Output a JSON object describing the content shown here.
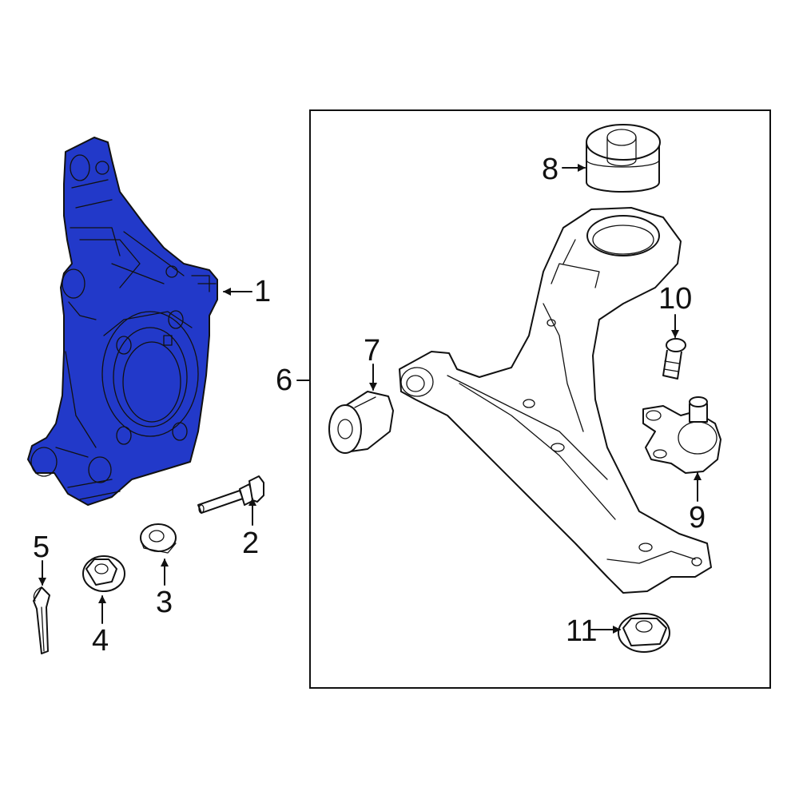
{
  "colors": {
    "highlight": "#2239c9",
    "line": "#111111",
    "background": "#ffffff"
  },
  "callouts": [
    {
      "number": "1"
    },
    {
      "number": "2"
    },
    {
      "number": "3"
    },
    {
      "number": "4"
    },
    {
      "number": "5"
    },
    {
      "number": "6"
    },
    {
      "number": "7"
    },
    {
      "number": "8"
    },
    {
      "number": "9"
    },
    {
      "number": "10"
    },
    {
      "number": "11"
    }
  ]
}
